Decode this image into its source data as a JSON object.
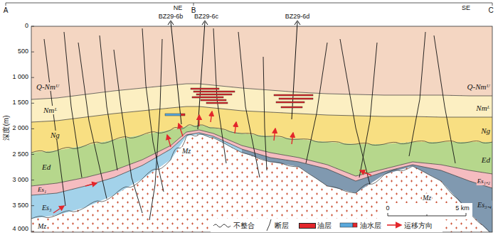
{
  "diagram": {
    "labels": [
      "A",
      "NE",
      "B",
      "SE",
      "C",
      "BZ29-6b",
      "BZ29-6c",
      "BZ29-6d",
      "深度(m)",
      "0",
      "500",
      "1 000",
      "1 500",
      "2 000",
      "2 500",
      "3 000",
      "3 500",
      "4 000",
      "Q-Nmᵁ",
      "Nmᴸ",
      "Ng",
      "Ed",
      "Es₁",
      "Es₃",
      "Mz",
      "Mz",
      "Q-Nmᵁ",
      "Nmᴸ",
      "Ng",
      "Ed",
      "Es₁₊₂",
      "Es₃₋₄",
      "Mz",
      "0",
      "5 km"
    ],
    "legend": [
      {
        "text": "不整合"
      },
      {
        "text": "断层"
      },
      {
        "text": "油层",
        "color": "#e3262b"
      },
      {
        "text": "油水层"
      },
      {
        "text": "运移方向"
      }
    ]
  }
}
